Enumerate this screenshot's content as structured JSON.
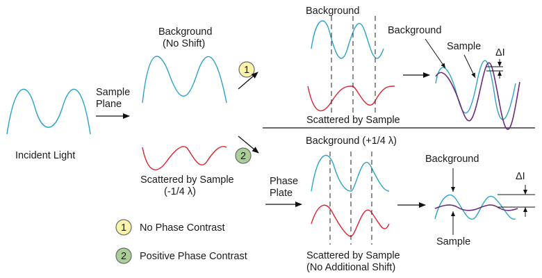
{
  "labels": {
    "incident_light": "Incident Light",
    "sample_plane_1": "Sample",
    "sample_plane_2": "Plane",
    "bg_noshift_1": "Background",
    "bg_noshift_2": "(No Shift)",
    "scattered_left_1": "Scattered by Sample",
    "scattered_left_2": "(-1/4 λ)",
    "top_background": "Background",
    "top_scattered": "Scattered by Sample",
    "top_result_background": "Background",
    "top_result_sample": "Sample",
    "top_delta_i": "ΔI",
    "phase_plate_1": "Phase",
    "phase_plate_2": "Plate",
    "bottom_background": "Background (+1/4 λ)",
    "bottom_scattered_1": "Scattered by Sample",
    "bottom_scattered_2": "(No Additional Shift)",
    "bottom_result_background": "Background",
    "bottom_result_sample": "Sample",
    "bottom_delta_i": "ΔI"
  },
  "badges": {
    "one": "1",
    "two": "2"
  },
  "legend": [
    {
      "badge": "1",
      "text": "No Phase Contrast"
    },
    {
      "badge": "2",
      "text": "Positive Phase Contrast"
    }
  ],
  "colors": {
    "background_wave": "#29a3c8",
    "scattered_wave": "#e0202e",
    "sample_wave": "#6b2a7a",
    "badge_one": "#fbf3a8",
    "badge_two": "#a9cf96"
  }
}
